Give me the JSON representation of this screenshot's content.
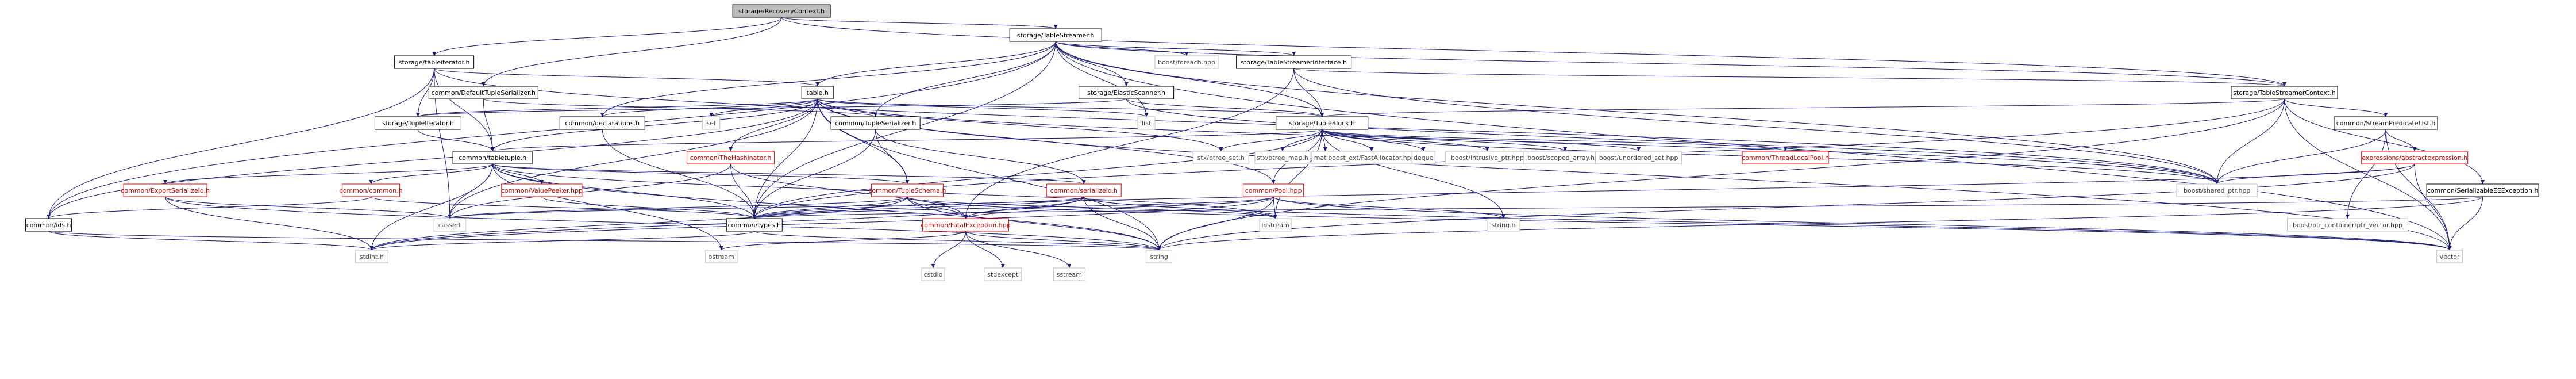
{
  "graph": {
    "nodes": [
      {
        "id": "rc",
        "label": "storage/RecoveryContext.h",
        "kind": "root"
      },
      {
        "id": "ts",
        "label": "storage/TableStreamer.h",
        "kind": "normal"
      },
      {
        "id": "ti",
        "label": "storage/tableiterator.h",
        "kind": "normal"
      },
      {
        "id": "dts",
        "label": "common/DefaultTupleSerializer.h",
        "kind": "normal"
      },
      {
        "id": "tbl",
        "label": "table.h",
        "kind": "normal"
      },
      {
        "id": "es",
        "label": "storage/ElasticScanner.h",
        "kind": "normal"
      },
      {
        "id": "tsi",
        "label": "storage/TableStreamerInterface.h",
        "kind": "normal"
      },
      {
        "id": "tsc",
        "label": "storage/TableStreamerContext.h",
        "kind": "normal"
      },
      {
        "id": "bfe",
        "label": "boost/foreach.hpp",
        "kind": "system"
      },
      {
        "id": "tsr",
        "label": "common/TupleSerializer.h",
        "kind": "normal"
      },
      {
        "id": "tuit",
        "label": "storage/TupleIterator.h",
        "kind": "normal"
      },
      {
        "id": "decl",
        "label": "common/declarations.h",
        "kind": "normal"
      },
      {
        "id": "set",
        "label": "set",
        "kind": "system"
      },
      {
        "id": "list",
        "label": "list",
        "kind": "system"
      },
      {
        "id": "tb",
        "label": "storage/TupleBlock.h",
        "kind": "normal"
      },
      {
        "id": "spl",
        "label": "common/StreamPredicateList.h",
        "kind": "normal"
      },
      {
        "id": "tt",
        "label": "common/tabletuple.h",
        "kind": "normal"
      },
      {
        "id": "thh",
        "label": "common/TheHashinator.h",
        "kind": "missing"
      },
      {
        "id": "stxs",
        "label": "stx/btree_set.h",
        "kind": "system"
      },
      {
        "id": "stxm",
        "label": "stx/btree_map.h",
        "kind": "system"
      },
      {
        "id": "mathh",
        "label": "math.h",
        "kind": "system"
      },
      {
        "id": "bfa",
        "label": "boost_ext/FastAllocator.hpp",
        "kind": "system"
      },
      {
        "id": "deque",
        "label": "deque",
        "kind": "system"
      },
      {
        "id": "bip",
        "label": "boost/intrusive_ptr.hpp",
        "kind": "system"
      },
      {
        "id": "bsa",
        "label": "boost/scoped_array.hpp",
        "kind": "system"
      },
      {
        "id": "bus",
        "label": "boost/unordered_set.hpp",
        "kind": "system"
      },
      {
        "id": "tlp",
        "label": "common/ThreadLocalPool.h",
        "kind": "missing"
      },
      {
        "id": "ae",
        "label": "expressions/abstractexpression.h",
        "kind": "missing"
      },
      {
        "id": "see",
        "label": "common/SerializableEEException.h",
        "kind": "normal"
      },
      {
        "id": "ese",
        "label": "common/ExportSerializeIo.h",
        "kind": "missing"
      },
      {
        "id": "cc",
        "label": "common/common.h",
        "kind": "missing"
      },
      {
        "id": "vp",
        "label": "common/ValuePeeker.hpp",
        "kind": "missing"
      },
      {
        "id": "tsch",
        "label": "common/TupleSchema.h",
        "kind": "missing"
      },
      {
        "id": "sio",
        "label": "common/serializeio.h",
        "kind": "missing"
      },
      {
        "id": "pool",
        "label": "common/Pool.hpp",
        "kind": "missing"
      },
      {
        "id": "bsp",
        "label": "boost/shared_ptr.hpp",
        "kind": "system"
      },
      {
        "id": "cassert",
        "label": "cassert",
        "kind": "system"
      },
      {
        "id": "types",
        "label": "common/types.h",
        "kind": "normal"
      },
      {
        "id": "stringh",
        "label": "string.h",
        "kind": "system"
      },
      {
        "id": "iostream",
        "label": "iostream",
        "kind": "system"
      },
      {
        "id": "bpcv",
        "label": "boost/ptr_container/ptr_vector.hpp",
        "kind": "system"
      },
      {
        "id": "ids",
        "label": "common/ids.h",
        "kind": "normal"
      },
      {
        "id": "fee",
        "label": "common/FatalException.hpp",
        "kind": "missing"
      },
      {
        "id": "stdint",
        "label": "stdint.h",
        "kind": "system"
      },
      {
        "id": "ostream",
        "label": "ostream",
        "kind": "system"
      },
      {
        "id": "string",
        "label": "string",
        "kind": "system"
      },
      {
        "id": "vector",
        "label": "vector",
        "kind": "system"
      },
      {
        "id": "cstdio",
        "label": "cstdio",
        "kind": "system"
      },
      {
        "id": "stdexcept",
        "label": "stdexcept",
        "kind": "system"
      },
      {
        "id": "sstream",
        "label": "sstream",
        "kind": "system"
      }
    ],
    "edges": [
      [
        "rc",
        "ts"
      ],
      [
        "rc",
        "ti"
      ],
      [
        "rc",
        "dts"
      ],
      [
        "rc",
        "tsc"
      ],
      [
        "ts",
        "bfe"
      ],
      [
        "ts",
        "tsi"
      ],
      [
        "ts",
        "es"
      ],
      [
        "ts",
        "tsc"
      ],
      [
        "ts",
        "tbl"
      ],
      [
        "ts",
        "tsr"
      ],
      [
        "ts",
        "decl"
      ],
      [
        "ts",
        "tb"
      ],
      [
        "ts",
        "list"
      ],
      [
        "ts",
        "bsp"
      ],
      [
        "ts",
        "types"
      ],
      [
        "ts",
        "ids"
      ],
      [
        "ts",
        "vector"
      ],
      [
        "ti",
        "tbl"
      ],
      [
        "ti",
        "tuit"
      ],
      [
        "ti",
        "tt"
      ],
      [
        "ti",
        "bsp"
      ],
      [
        "ti",
        "cassert"
      ],
      [
        "ti",
        "ids"
      ],
      [
        "dts",
        "tsr"
      ],
      [
        "dts",
        "tt"
      ],
      [
        "tbl",
        "tuit"
      ],
      [
        "tbl",
        "tt"
      ],
      [
        "tbl",
        "decl"
      ],
      [
        "tbl",
        "set"
      ],
      [
        "tbl",
        "list"
      ],
      [
        "tbl",
        "tb"
      ],
      [
        "tbl",
        "thh"
      ],
      [
        "tbl",
        "tsch"
      ],
      [
        "tbl",
        "stxs"
      ],
      [
        "tbl",
        "pool"
      ],
      [
        "tbl",
        "bsp"
      ],
      [
        "tbl",
        "string"
      ],
      [
        "tbl",
        "vector"
      ],
      [
        "tbl",
        "cassert"
      ],
      [
        "tbl",
        "types"
      ],
      [
        "tbl",
        "ids"
      ],
      [
        "es",
        "tb"
      ],
      [
        "es",
        "tuit"
      ],
      [
        "es",
        "bsp"
      ],
      [
        "tsi",
        "tb"
      ],
      [
        "tsi",
        "tsc"
      ],
      [
        "tsi",
        "bsp"
      ],
      [
        "tsi",
        "fee"
      ],
      [
        "tsc",
        "tb"
      ],
      [
        "tsc",
        "spl"
      ],
      [
        "tsc",
        "see"
      ],
      [
        "tsc",
        "bsp"
      ],
      [
        "tsc",
        "types"
      ],
      [
        "tsc",
        "string"
      ],
      [
        "tsc",
        "vector"
      ],
      [
        "tsr",
        "tsch"
      ],
      [
        "tsr",
        "sio"
      ],
      [
        "tsr",
        "types"
      ],
      [
        "tuit",
        "tt"
      ],
      [
        "decl",
        "types"
      ],
      [
        "tb",
        "tt"
      ],
      [
        "tb",
        "stxs"
      ],
      [
        "tb",
        "stxm"
      ],
      [
        "tb",
        "mathh"
      ],
      [
        "tb",
        "bfa"
      ],
      [
        "tb",
        "deque"
      ],
      [
        "tb",
        "bip"
      ],
      [
        "tb",
        "bsa"
      ],
      [
        "tb",
        "bus"
      ],
      [
        "tb",
        "tlp"
      ],
      [
        "tb",
        "bsp"
      ],
      [
        "tb",
        "stringh"
      ],
      [
        "tb",
        "iostream"
      ],
      [
        "tb",
        "types"
      ],
      [
        "tb",
        "pool"
      ],
      [
        "spl",
        "ae"
      ],
      [
        "spl",
        "bsp"
      ],
      [
        "spl",
        "vector"
      ],
      [
        "spl",
        "bpcv"
      ],
      [
        "tt",
        "ese"
      ],
      [
        "tt",
        "cc"
      ],
      [
        "tt",
        "vp"
      ],
      [
        "tt",
        "tsch"
      ],
      [
        "tt",
        "types"
      ],
      [
        "tt",
        "cassert"
      ],
      [
        "tt",
        "stdint"
      ],
      [
        "tt",
        "iostream"
      ],
      [
        "tt",
        "ostream"
      ],
      [
        "tt",
        "sio"
      ],
      [
        "tt",
        "string"
      ],
      [
        "thh",
        "types"
      ],
      [
        "thh",
        "fee"
      ],
      [
        "thh",
        "cassert"
      ],
      [
        "ae",
        "types"
      ],
      [
        "ae",
        "string"
      ],
      [
        "ae",
        "vector"
      ],
      [
        "ae",
        "bsp"
      ],
      [
        "see",
        "string"
      ],
      [
        "see",
        "vector"
      ],
      [
        "see",
        "types"
      ],
      [
        "ese",
        "stdint"
      ],
      [
        "ese",
        "string"
      ],
      [
        "ese",
        "cassert"
      ],
      [
        "cc",
        "types"
      ],
      [
        "cc",
        "ids"
      ],
      [
        "vp",
        "types"
      ],
      [
        "tsch",
        "types"
      ],
      [
        "tsch",
        "fee"
      ],
      [
        "tsch",
        "string"
      ],
      [
        "tsch",
        "vector"
      ],
      [
        "tsch",
        "cassert"
      ],
      [
        "tsch",
        "stdint"
      ],
      [
        "tsch",
        "iostream"
      ],
      [
        "sio",
        "types"
      ],
      [
        "sio",
        "fee"
      ],
      [
        "sio",
        "string"
      ],
      [
        "sio",
        "vector"
      ],
      [
        "sio",
        "stdint"
      ],
      [
        "sio",
        "iostream"
      ],
      [
        "sio",
        "cassert"
      ],
      [
        "pool",
        "types"
      ],
      [
        "pool",
        "fee"
      ],
      [
        "pool",
        "string"
      ],
      [
        "pool",
        "stringh"
      ],
      [
        "pool",
        "iostream"
      ],
      [
        "pool",
        "vector"
      ],
      [
        "pool",
        "stdint"
      ],
      [
        "types",
        "stdint"
      ],
      [
        "types",
        "string"
      ],
      [
        "ids",
        "stdint"
      ],
      [
        "ids",
        "string"
      ],
      [
        "fee",
        "string"
      ],
      [
        "fee",
        "cstdio"
      ],
      [
        "fee",
        "stdexcept"
      ],
      [
        "fee",
        "sstream"
      ],
      [
        "fee",
        "ostream"
      ]
    ]
  }
}
